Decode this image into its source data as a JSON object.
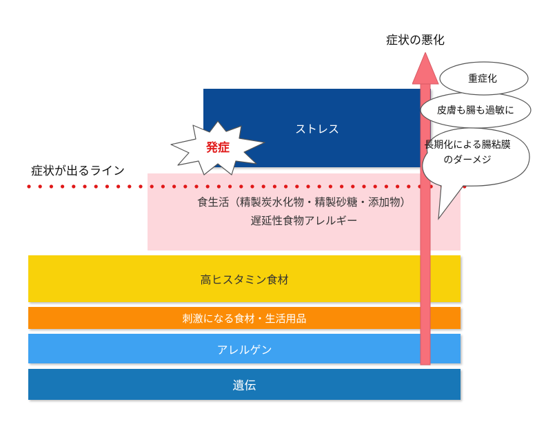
{
  "axis_label": "症状の悪化",
  "onset_line_label": "症状が出るライン",
  "onset_burst": "発症",
  "layers": {
    "genetics": "遺伝",
    "allergen": "アレルゲン",
    "irritants": "刺激になる食材・生活用品",
    "high_histamine": "高ヒスタミン食材",
    "diet_line1": "食生活（精製炭水化物・精製砂糖・添加物）",
    "diet_line2": "遅延性食物アレルギー",
    "stress": "ストレス"
  },
  "callouts": {
    "c1": "重症化",
    "c2": "皮膚も腸も過敏に",
    "c3_line1": "長期化による腸粘膜",
    "c3_line2": "のダーメジ"
  },
  "colors": {
    "genetics": "#1877b7",
    "allergen": "#3ea2f2",
    "irritants": "#fb8c06",
    "high_histamine": "#f8d20a",
    "diet": "#fdd7dc",
    "stress": "#0b4a94",
    "arrow": "#f7707a",
    "onset_dots": "#e01818",
    "burst_text": "#e11b1b"
  }
}
